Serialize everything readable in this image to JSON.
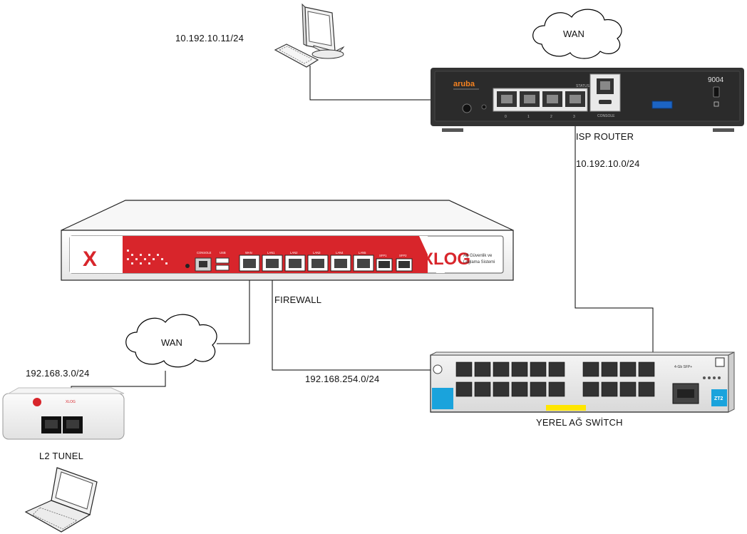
{
  "labels": {
    "pc_ip": "10.192.10.11/24",
    "wan_top": "WAN",
    "isp_router": "ISP ROUTER",
    "isp_subnet": "10.192.10.0/24",
    "firewall": "FIREWALL",
    "wan_left": "WAN",
    "l2_subnet": "192.168.3.0/24",
    "lan_subnet": "192.168.254.0/24",
    "switch": "YEREL AĞ SWİTCH",
    "l2_tunnel": "L2 TUNEL"
  },
  "router": {
    "brand": "aruba",
    "model": "9004",
    "port_labels": [
      "0",
      "1",
      "2",
      "3"
    ],
    "console_label": "CONSOLE",
    "status_label": "STATUS"
  },
  "firewall_device": {
    "logo_letter": "X",
    "brand": "XLOG",
    "tagline_1": "Ağ Güvenlik ve",
    "tagline_2": "Loglama Sistemi",
    "port_labels": [
      "CONSOLE",
      "USB",
      "WAN",
      "LAN1",
      "LAN2",
      "LAN3",
      "LAN4",
      "LAN5",
      "SFP1",
      "SFP2"
    ]
  },
  "switch_device": {
    "sfp_label": "4-Gb SFP+",
    "badge": "ZT2"
  },
  "l2_device": {
    "brand": "XLOG"
  },
  "colors": {
    "line": "#000000",
    "firewall_red": "#d8252b",
    "router_body": "#2b2b2b",
    "aruba_orange": "#f58220",
    "switch_accent": "#1aa3dc"
  }
}
